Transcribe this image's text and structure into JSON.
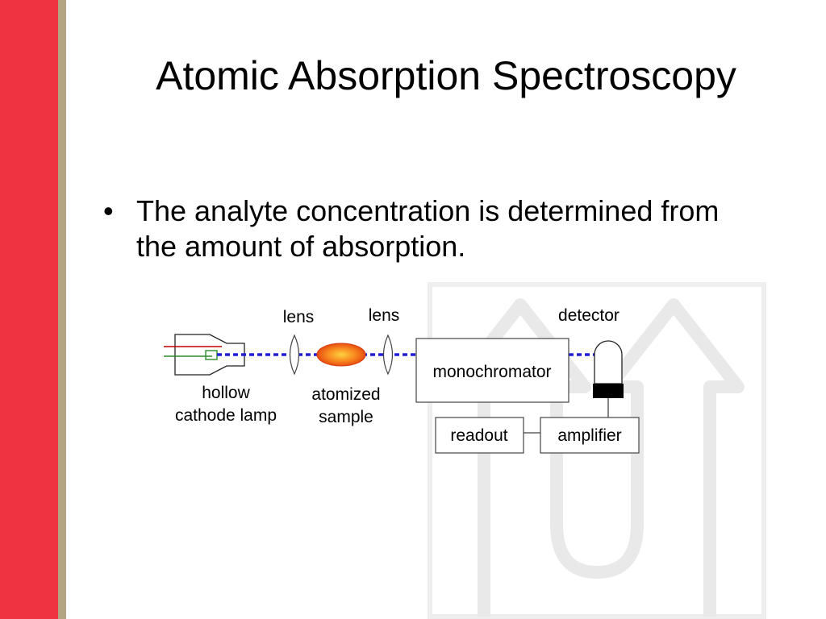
{
  "slide": {
    "title": "Atomic Absorption Spectroscopy",
    "bullets": [
      "The analyte concentration is determined from the amount of absorption."
    ],
    "bullet_marker": "•"
  },
  "diagram": {
    "labels": {
      "lens_left": "lens",
      "lens_right": "lens",
      "detector": "detector",
      "lamp_line1": "hollow",
      "lamp_line2": "cathode lamp",
      "sample_line1": "atomized",
      "sample_line2": "sample",
      "monochromator": "monochromator",
      "readout": "readout",
      "amplifier": "amplifier"
    }
  },
  "colors": {
    "accent_red": "#ef3340",
    "accent_tan": "#b3a582",
    "beam_blue": "#1f1fd6",
    "sample_orange": "#f05a10",
    "lamp_red_wire": "#c00000",
    "lamp_green_wire": "#2a8a2a"
  }
}
